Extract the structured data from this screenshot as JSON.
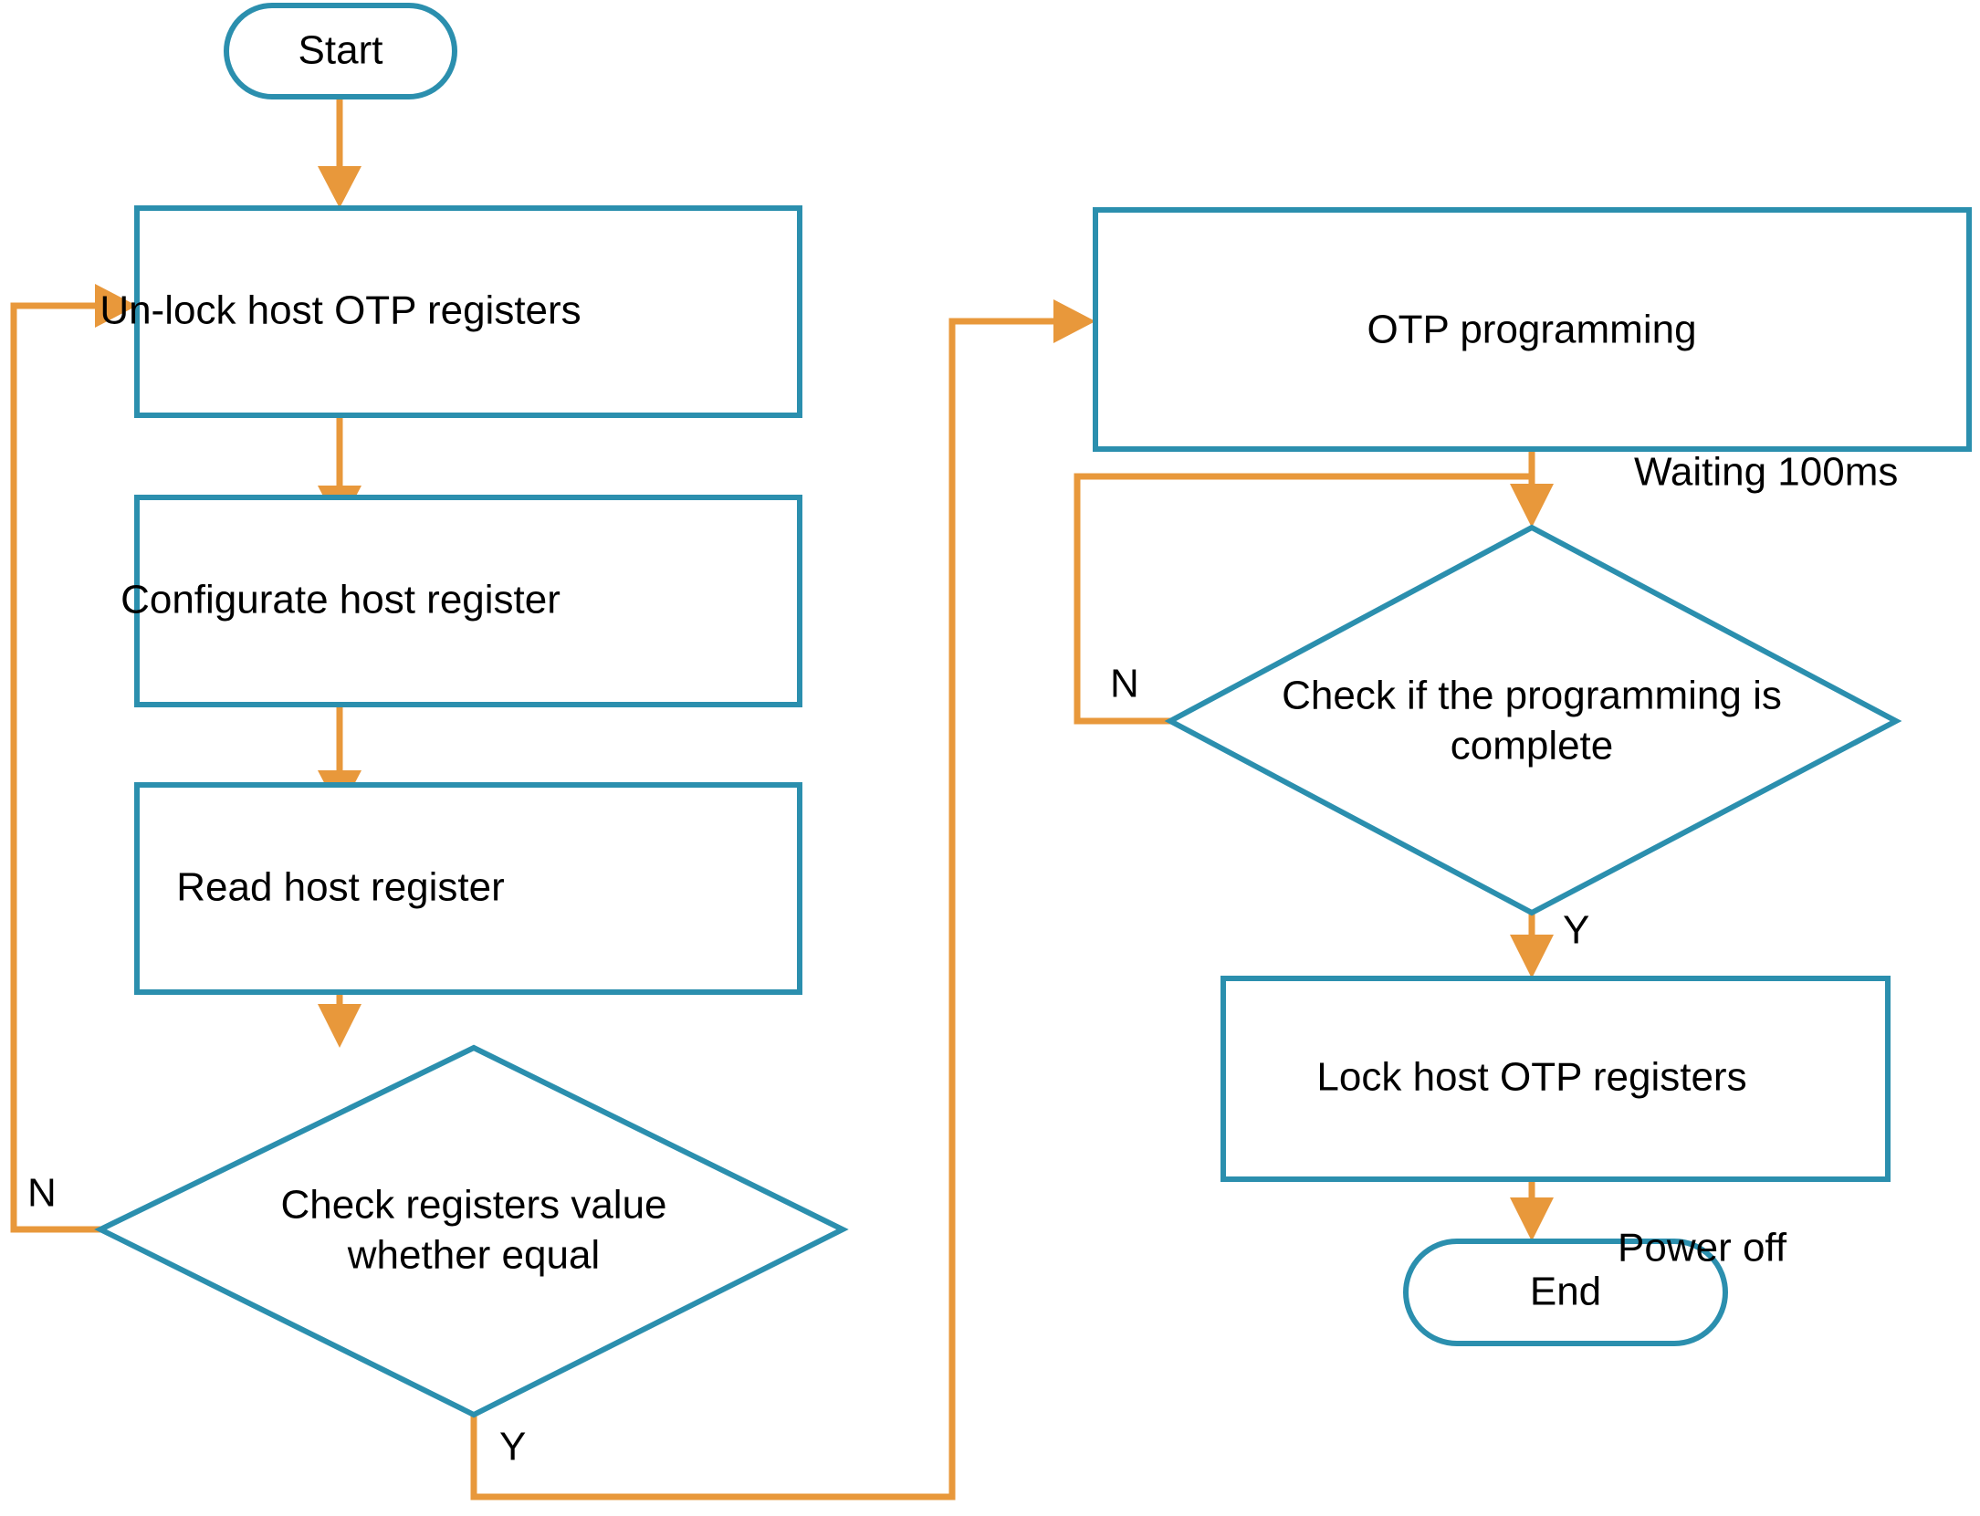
{
  "diagram": {
    "title": "Host OTP programming flowchart",
    "colors": {
      "shape_stroke": "#2b8fae",
      "edge": "#e8983b",
      "text": "#000000",
      "background": "#ffffff"
    },
    "nodes": [
      {
        "id": "start",
        "type": "terminator",
        "label": "Start"
      },
      {
        "id": "unlock",
        "type": "process",
        "label": "Un-lock host OTP registers"
      },
      {
        "id": "configurate",
        "type": "process",
        "label": "Configurate host register"
      },
      {
        "id": "read",
        "type": "process",
        "label": "Read host register"
      },
      {
        "id": "check_equal",
        "type": "decision",
        "label_line1": "Check registers value",
        "label_line2": "whether equal"
      },
      {
        "id": "otp_prog",
        "type": "process",
        "label": "OTP programming"
      },
      {
        "id": "check_done",
        "type": "decision",
        "label_line1": "Check if the programming is",
        "label_line2": "complete"
      },
      {
        "id": "lock",
        "type": "process",
        "label": "Lock host OTP registers"
      },
      {
        "id": "end",
        "type": "terminator",
        "label": "End"
      }
    ],
    "edge_labels": {
      "check_equal_no": "N",
      "check_equal_yes": "Y",
      "waiting": "Waiting 100ms",
      "check_done_no": "N",
      "check_done_yes": "Y",
      "power_off": "Power off"
    }
  }
}
